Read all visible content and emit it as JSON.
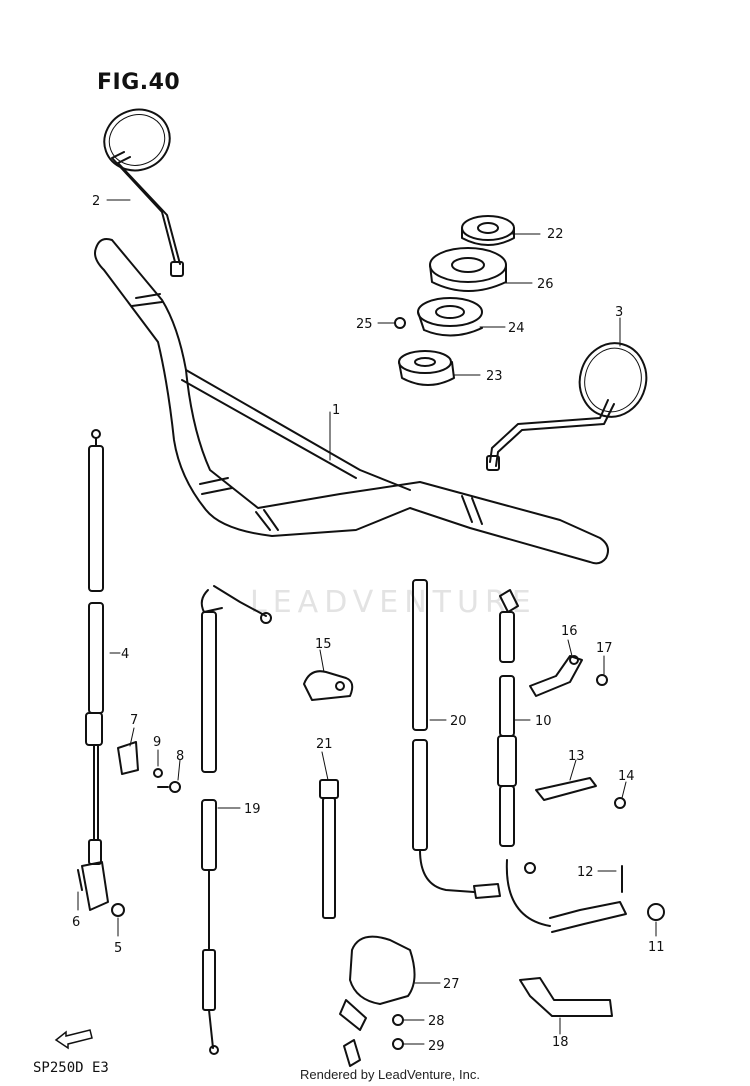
{
  "figure": {
    "title": "FIG.40",
    "model_code": "SP250D E3",
    "credit": "Rendered by LeadVenture, Inc.",
    "watermark": "LEADVENTURE",
    "forward_icon": "fwd-arrow-icon"
  },
  "callouts": [
    {
      "id": "c1",
      "label": "1"
    },
    {
      "id": "c2",
      "label": "2"
    },
    {
      "id": "c3",
      "label": "3"
    },
    {
      "id": "c4",
      "label": "4"
    },
    {
      "id": "c5",
      "label": "5"
    },
    {
      "id": "c6",
      "label": "6"
    },
    {
      "id": "c7",
      "label": "7"
    },
    {
      "id": "c8",
      "label": "8"
    },
    {
      "id": "c9",
      "label": "9"
    },
    {
      "id": "c10",
      "label": "10"
    },
    {
      "id": "c11",
      "label": "11"
    },
    {
      "id": "c12",
      "label": "12"
    },
    {
      "id": "c13",
      "label": "13"
    },
    {
      "id": "c14",
      "label": "14"
    },
    {
      "id": "c15",
      "label": "15"
    },
    {
      "id": "c16",
      "label": "16"
    },
    {
      "id": "c17",
      "label": "17"
    },
    {
      "id": "c18",
      "label": "18"
    },
    {
      "id": "c19",
      "label": "19"
    },
    {
      "id": "c20",
      "label": "20"
    },
    {
      "id": "c21",
      "label": "21"
    },
    {
      "id": "c22",
      "label": "22"
    },
    {
      "id": "c23",
      "label": "23"
    },
    {
      "id": "c24",
      "label": "24"
    },
    {
      "id": "c25",
      "label": "25"
    },
    {
      "id": "c26",
      "label": "26"
    },
    {
      "id": "c27",
      "label": "27"
    },
    {
      "id": "c28",
      "label": "28"
    },
    {
      "id": "c29",
      "label": "29"
    }
  ]
}
